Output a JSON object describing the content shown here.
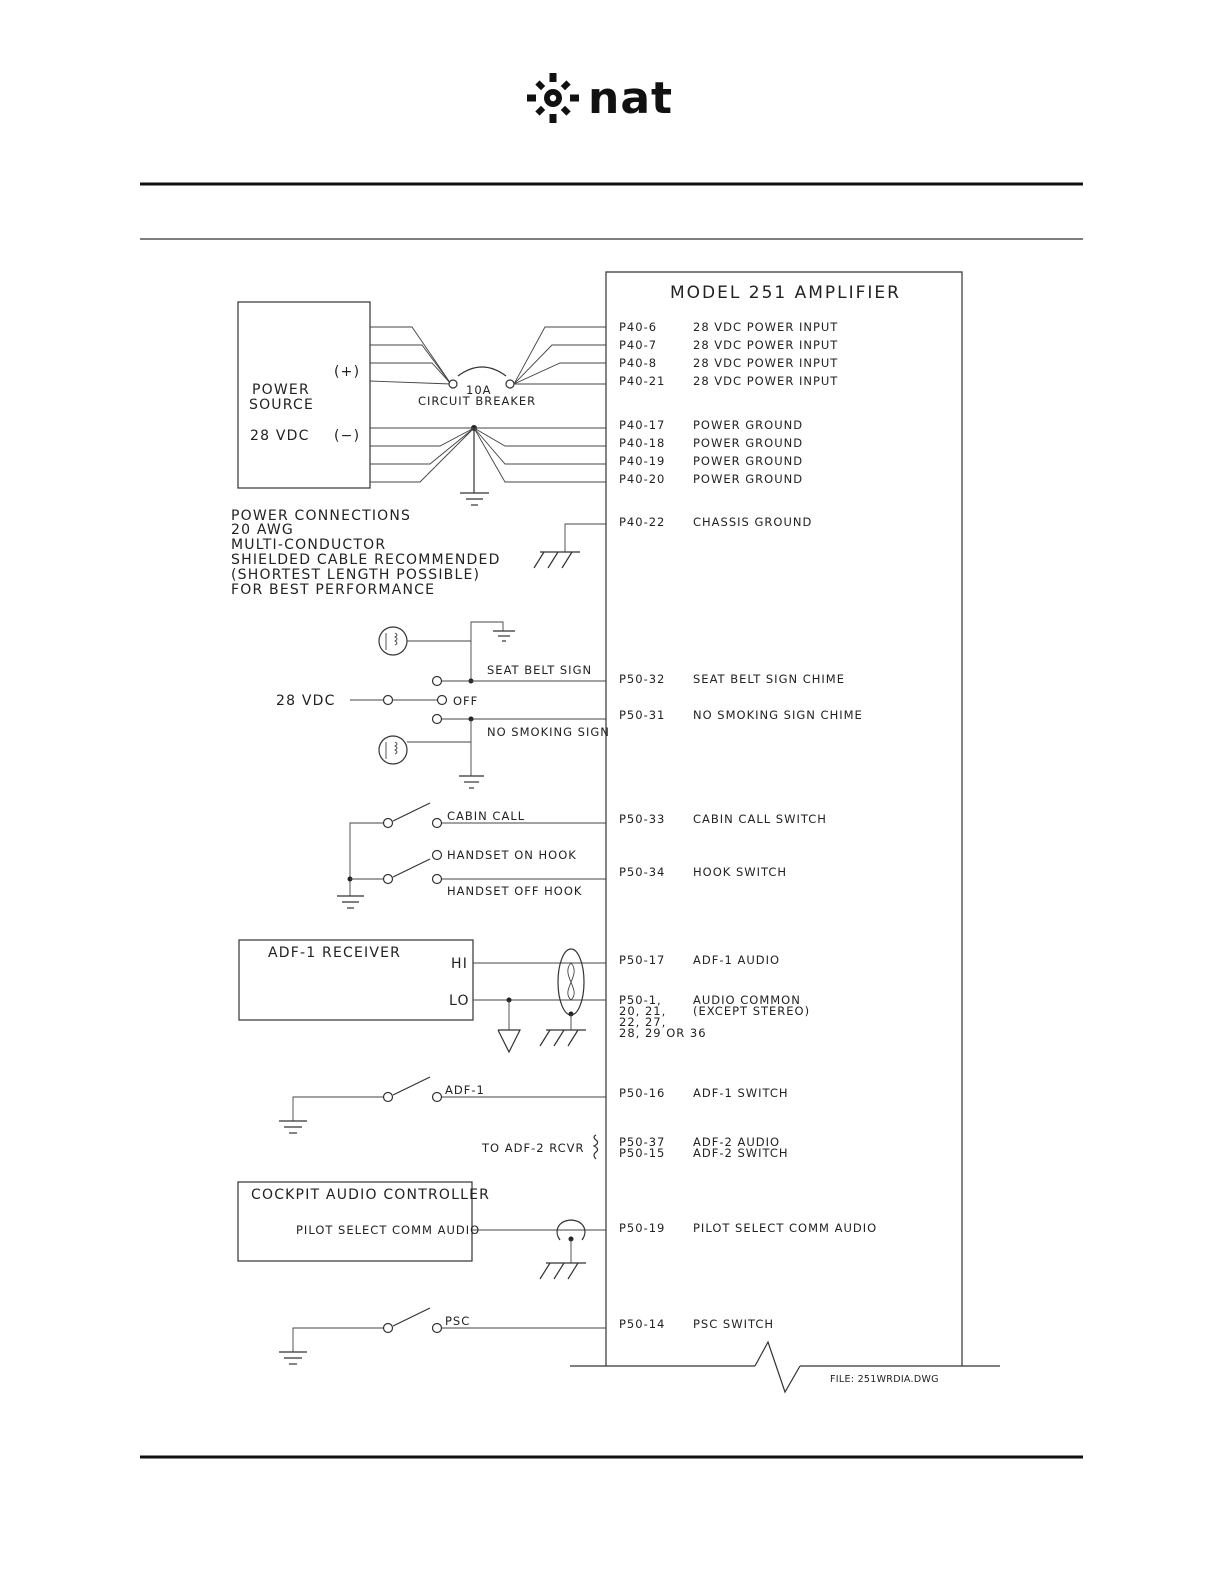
{
  "logo": {
    "text": "nat",
    "icon": "asterisk-sunburst-icon"
  },
  "amplifier": {
    "title": "MODEL 251 AMPLIFIER",
    "pins": [
      {
        "pin": "P40-6",
        "desc": "28 VDC POWER INPUT"
      },
      {
        "pin": "P40-7",
        "desc": "28 VDC POWER INPUT"
      },
      {
        "pin": "P40-8",
        "desc": "28 VDC POWER INPUT"
      },
      {
        "pin": "P40-21",
        "desc": "28 VDC POWER INPUT"
      },
      {
        "pin": "P40-17",
        "desc": "POWER GROUND"
      },
      {
        "pin": "P40-18",
        "desc": "POWER GROUND"
      },
      {
        "pin": "P40-19",
        "desc": "POWER GROUND"
      },
      {
        "pin": "P40-20",
        "desc": "POWER GROUND"
      },
      {
        "pin": "P40-22",
        "desc": "CHASSIS GROUND"
      },
      {
        "pin": "P50-32",
        "desc": "SEAT BELT SIGN CHIME"
      },
      {
        "pin": "P50-31",
        "desc": "NO SMOKING SIGN CHIME"
      },
      {
        "pin": "P50-33",
        "desc": "CABIN CALL SWITCH"
      },
      {
        "pin": "P50-34",
        "desc": "HOOK SWITCH"
      },
      {
        "pin": "P50-17",
        "desc": "ADF-1 AUDIO"
      },
      {
        "pin": "P50-16",
        "desc": "ADF-1 SWITCH"
      },
      {
        "pin": "P50-19",
        "desc": "PILOT SELECT COMM AUDIO"
      },
      {
        "pin": "P50-14",
        "desc": "PSC SWITCH"
      }
    ],
    "audio_common": {
      "pins": [
        "P50-1,",
        "20, 21,",
        "22, 27,",
        "28, 29 OR 36"
      ],
      "desc": [
        "AUDIO COMMON",
        "(EXCEPT STEREO)"
      ]
    },
    "adf2": {
      "pins": [
        "P50-37",
        "P50-15"
      ],
      "desc": [
        "ADF-2 AUDIO",
        "ADF-2 SWITCH"
      ]
    }
  },
  "power_source": {
    "label": [
      "POWER",
      "SOURCE"
    ],
    "voltage": "28 VDC",
    "plus": "(+)",
    "minus": "(−)",
    "breaker": [
      "10A",
      "CIRCUIT BREAKER"
    ]
  },
  "power_note": [
    "POWER CONNECTIONS",
    "20 AWG",
    "MULTI-CONDUCTOR",
    "SHIELDED CABLE RECOMMENDED",
    "(SHORTEST LENGTH POSSIBLE)",
    "FOR BEST PERFORMANCE"
  ],
  "signs": {
    "seat_belt": "SEAT BELT SIGN",
    "no_smoking": "NO SMOKING SIGN",
    "supply": "28 VDC",
    "off": "OFF"
  },
  "switches": {
    "cabin_call": "CABIN CALL",
    "handset_on": "HANDSET ON HOOK",
    "handset_off": "HANDSET OFF HOOK",
    "adf1": "ADF-1",
    "psc": "PSC"
  },
  "adf_receiver": {
    "title": "ADF-1 RECEIVER",
    "hi": "HI",
    "lo": "LO"
  },
  "adf2_note": "TO ADF-2 RCVR",
  "cockpit": {
    "title": "COCKPIT AUDIO CONTROLLER",
    "output": "PILOT SELECT COMM AUDIO"
  },
  "file_label": "FILE: 251WRDIA.DWG"
}
